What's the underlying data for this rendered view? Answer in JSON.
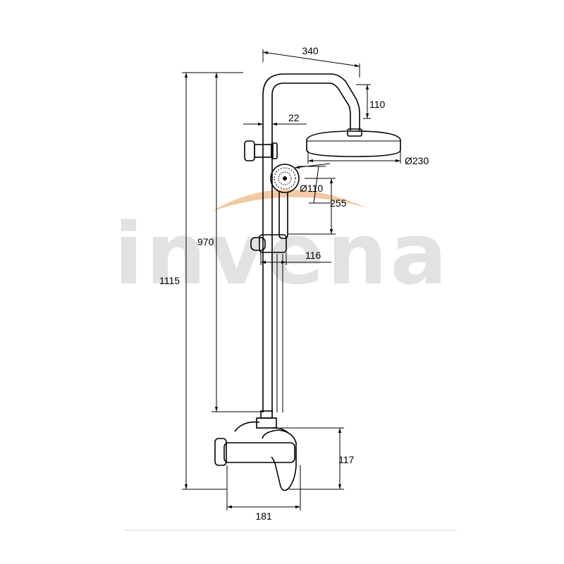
{
  "watermark": {
    "brand": "invena",
    "swoosh_color": "#f2c9a4",
    "text_color": "#e2e2e2"
  },
  "dimensions": {
    "top_width": "340",
    "head_offset": "110",
    "pipe_diameter": "22",
    "head_diameter": "Ø230",
    "hand_diameter": "Ø110",
    "hand_height": "255",
    "slider_projection": "116",
    "rail_height": "970",
    "total_height": "1115",
    "mixer_height": "117",
    "mixer_width": "181"
  }
}
